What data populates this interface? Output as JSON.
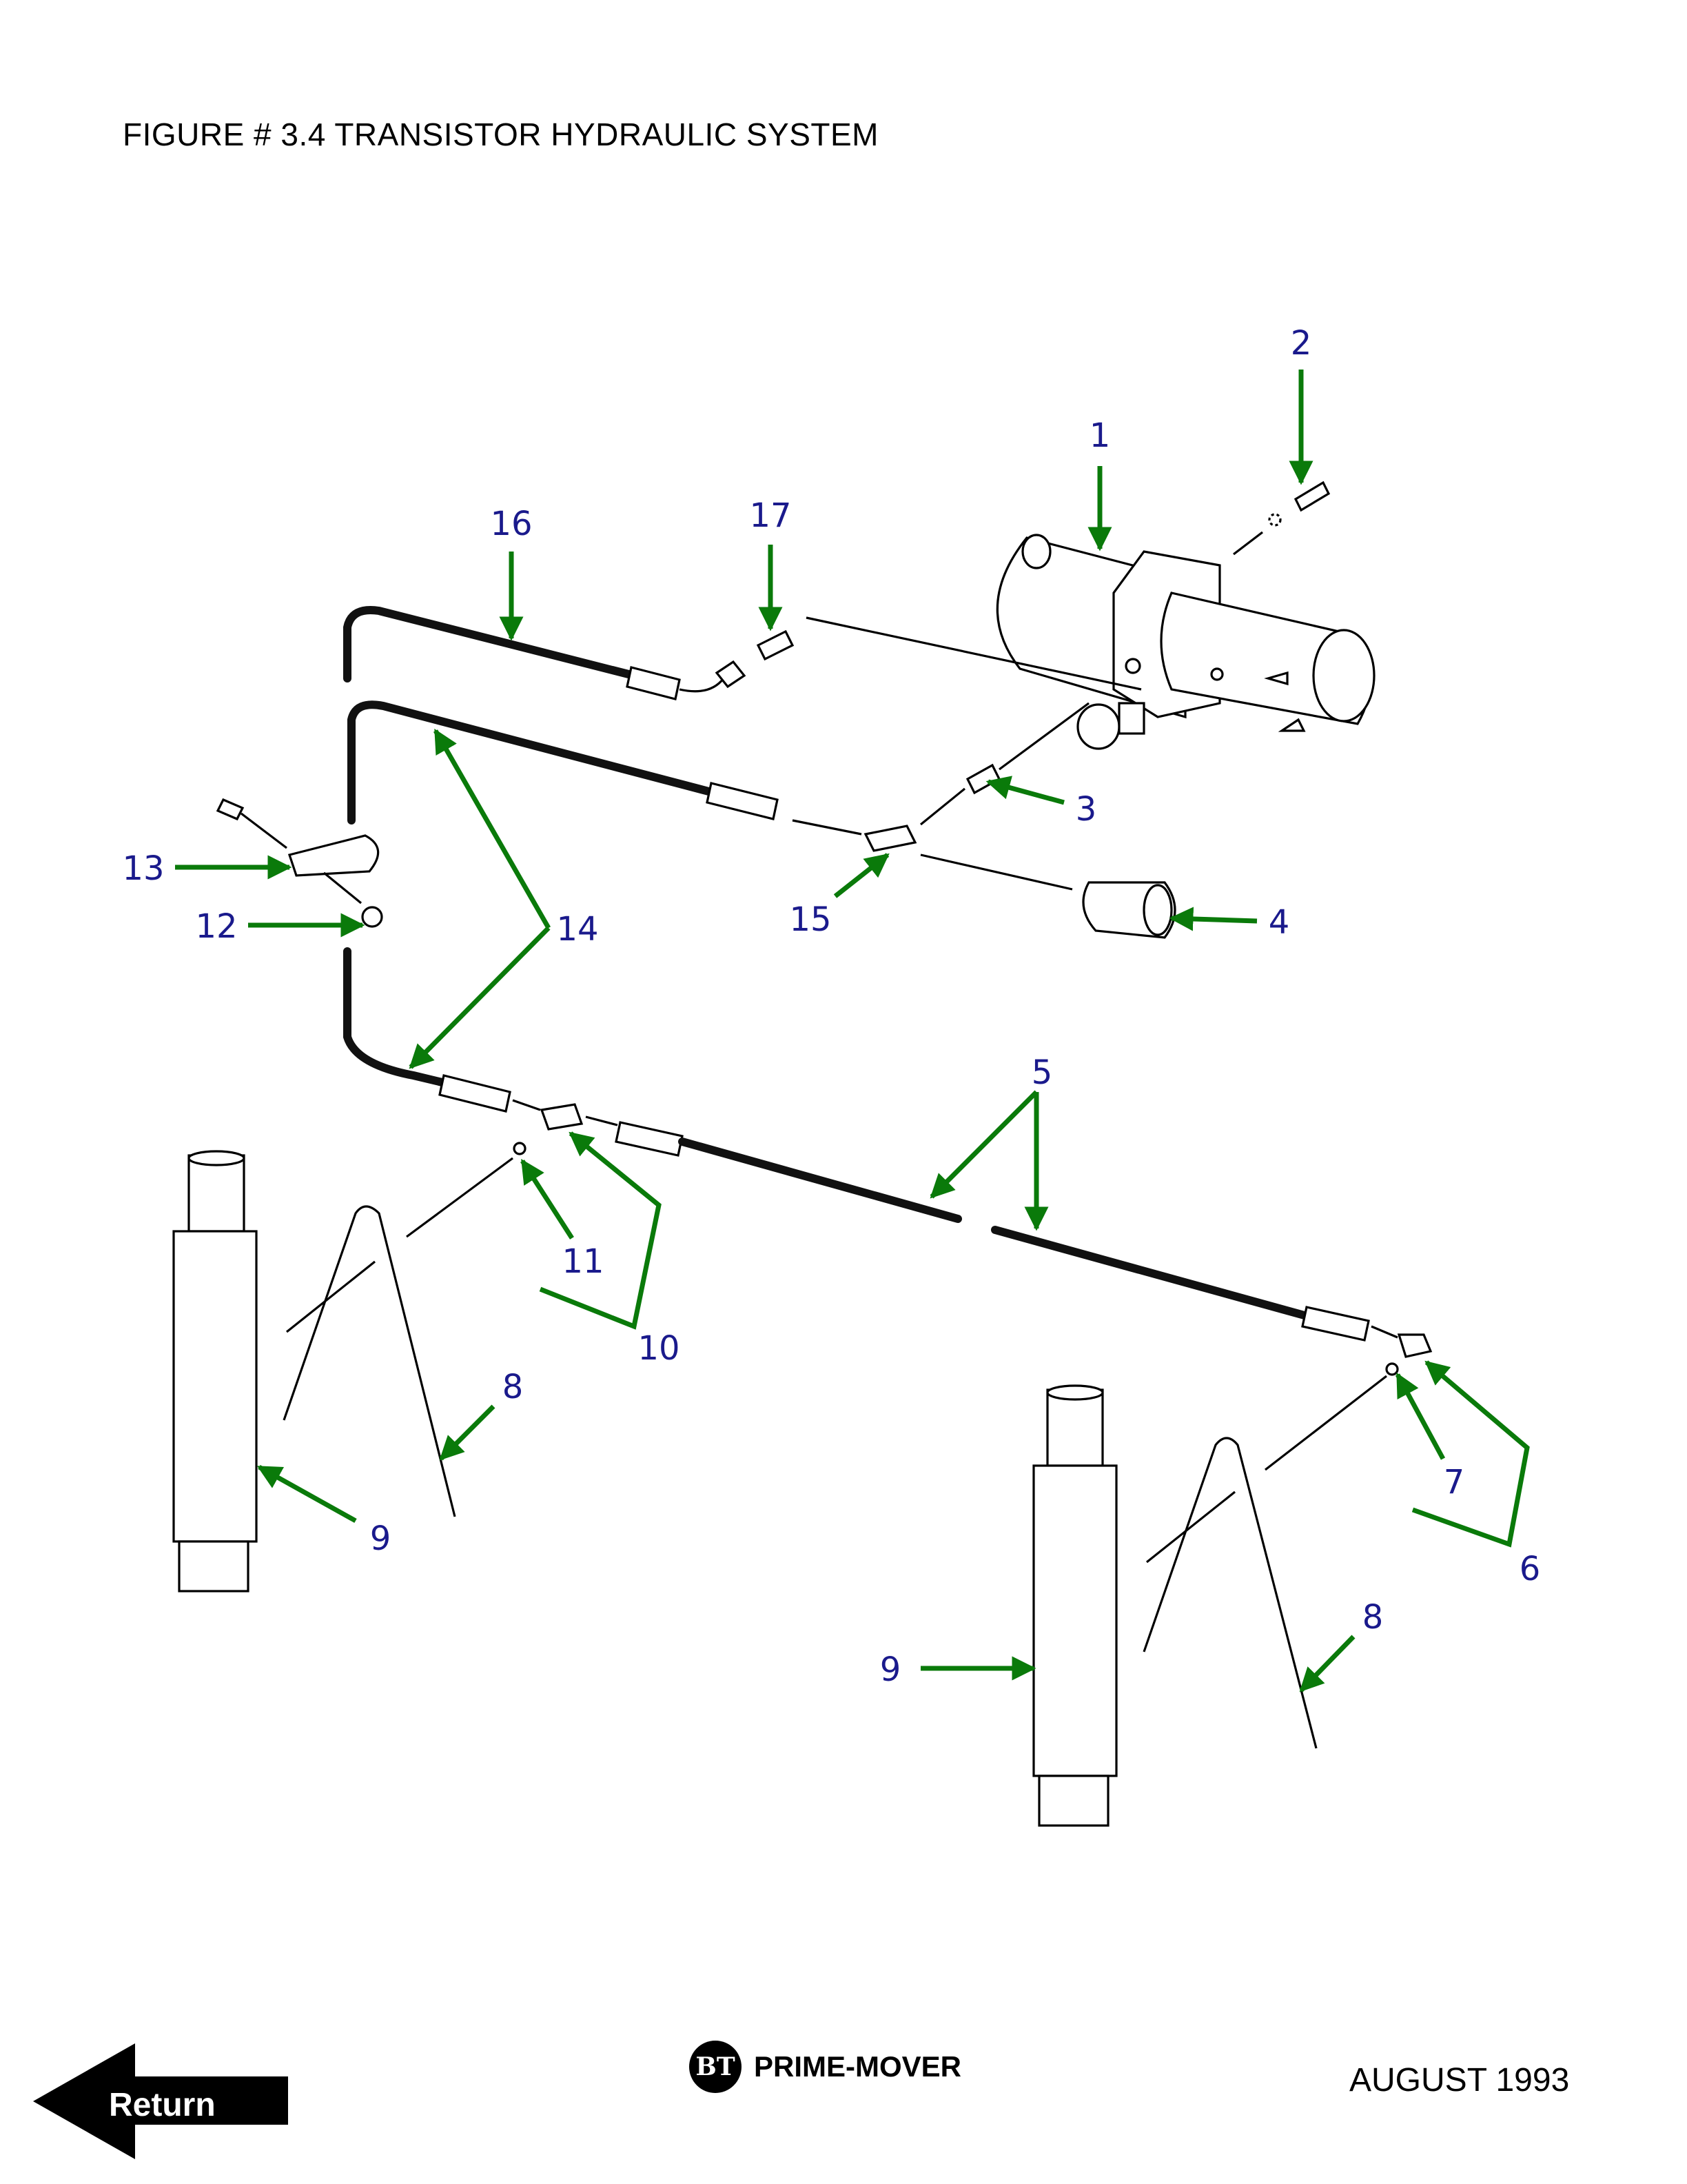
{
  "title": "FIGURE # 3.4  TRANSISTOR HYDRAULIC SYSTEM",
  "callouts": {
    "c1": "1",
    "c2": "2",
    "c3": "3",
    "c4": "4",
    "c5": "5",
    "c6": "6",
    "c7": "7",
    "c8a": "8",
    "c8b": "8",
    "c9a": "9",
    "c9b": "9",
    "c10": "10",
    "c11": "11",
    "c12": "12",
    "c13": "13",
    "c14": "14",
    "c15": "15",
    "c16": "16",
    "c17": "17"
  },
  "footer": {
    "return_label": "Return",
    "brand_logo": "BT",
    "brand_name": "PRIME-MOVER",
    "date": "AUGUST 1993"
  },
  "colors": {
    "callout_text": "#1a1a8c",
    "leader_arrow": "#0a7a0a"
  }
}
